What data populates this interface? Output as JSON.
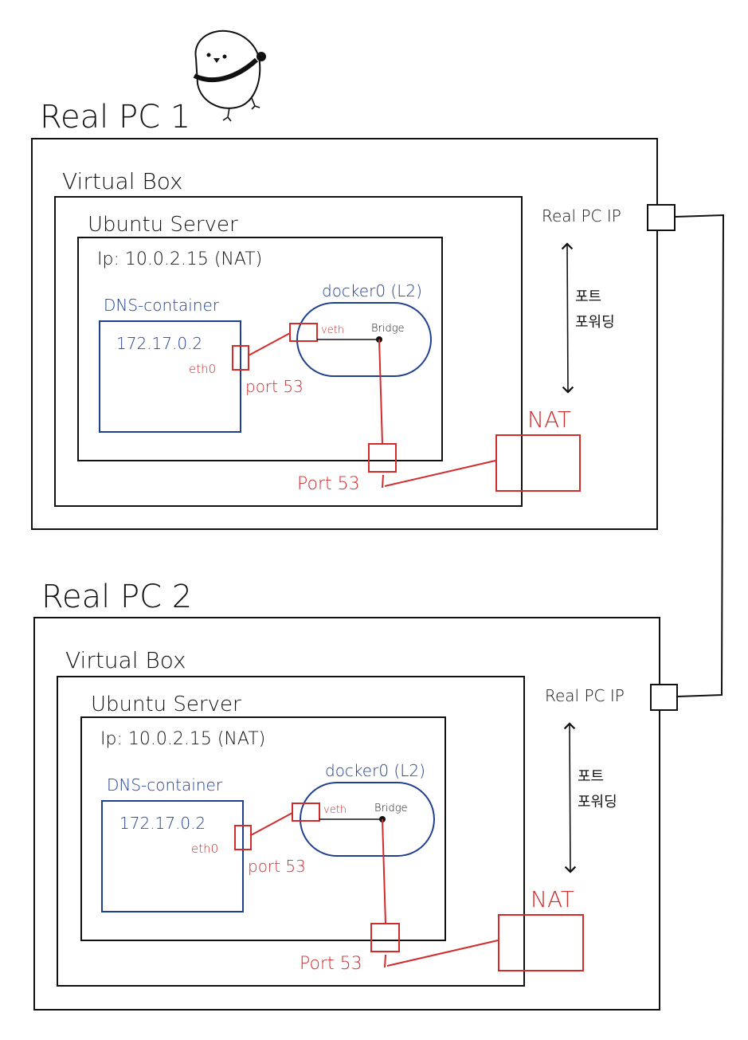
{
  "colors": {
    "ink": "#111111",
    "blue": "#1f3f8f",
    "red": "#d22b2b"
  },
  "icons": {
    "mascot": "bird-mascot-icon"
  },
  "pcs": [
    {
      "title": "Real PC 1",
      "virtualbox_label": "Virtual Box",
      "ubuntu_label": "Ubuntu Server",
      "ip_label": "Ip: 10.0.2.15 (NAT)",
      "container_label": "DNS-container",
      "container_ip": "172.17.0.2",
      "eth_label": "eth0",
      "container_port_label": "port 53",
      "bridge_label": "docker0 (L2)",
      "veth_label": "veth",
      "bridge_node_label": "Bridge",
      "host_port_label": "Port 53",
      "nat_label": "NAT",
      "real_ip_label": "Real PC IP",
      "forwarding_line1": "포트",
      "forwarding_line2": "포워딩"
    },
    {
      "title": "Real PC 2",
      "virtualbox_label": "Virtual Box",
      "ubuntu_label": "Ubuntu Server",
      "ip_label": "Ip: 10.0.2.15 (NAT)",
      "container_label": "DNS-container",
      "container_ip": "172.17.0.2",
      "eth_label": "eth0",
      "container_port_label": "port 53",
      "bridge_label": "docker0 (L2)",
      "veth_label": "veth",
      "bridge_node_label": "Bridge",
      "host_port_label": "Port 53",
      "nat_label": "NAT",
      "real_ip_label": "Real PC IP",
      "forwarding_line1": "포트",
      "forwarding_line2": "포워딩"
    }
  ]
}
